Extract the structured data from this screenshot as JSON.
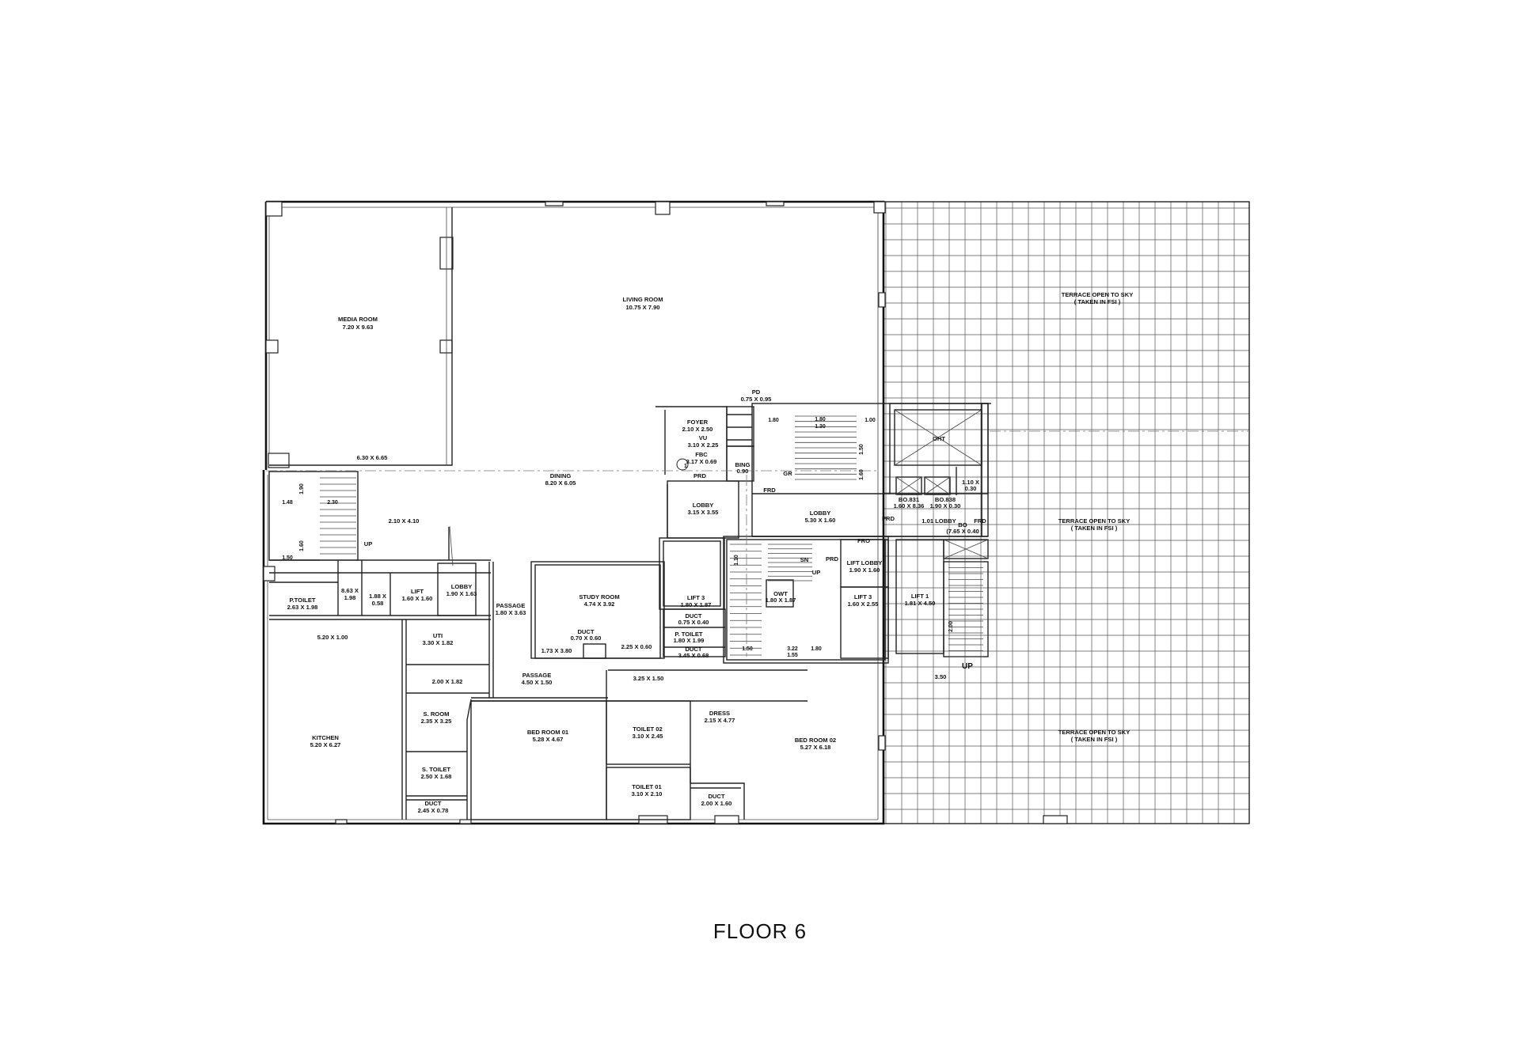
{
  "title": "FLOOR 6",
  "rooms": {
    "media_room": [
      "MEDIA ROOM",
      "7.20 X 9.63"
    ],
    "media_bottom_dim": "6.30 X 6.65",
    "living_room": [
      "LIVING ROOM",
      "10.75 X 7.90"
    ],
    "pd": [
      "PD",
      "0.75 X 0.95"
    ],
    "foyer": [
      "FOYER",
      "2.10 X 2.50"
    ],
    "vu": [
      "VU",
      "3.10 X 2.25"
    ],
    "fbc": [
      "FBC",
      "3.17 X 0.69"
    ],
    "prd": "PRD",
    "bing": [
      "BING",
      "0.90"
    ],
    "gr": "GR",
    "frd": "FRD",
    "dining": [
      "DINING",
      "8.20 X 6.05"
    ],
    "lobby_left": [
      "LOBBY",
      "3.15 X 3.55"
    ],
    "lobby_mid": [
      "LOBBY",
      "5.30 X 1.60"
    ],
    "oht": "OHT",
    "bo_831": [
      "BO.831",
      "1.60 X 8.36"
    ],
    "bo_838": [
      "BO.838",
      "1.90 X 0.30"
    ],
    "dim_110": [
      "1.10 X",
      "0.30"
    ],
    "lobby_101": "1.01 LOBBY",
    "bo": [
      "BO",
      "(7.65 X 0.40"
    ],
    "stair_dim": "2.10 X 4.10",
    "up": "UP",
    "lift_left": [
      "LIFT",
      "1.60 X 1.60"
    ],
    "lobby_small": [
      "LOBBY",
      "1.90 X 1.63"
    ],
    "ptoilet_left": [
      "P.TOILET",
      "2.63 X 1.98"
    ],
    "dim_863": [
      "8.63 X",
      "1.98"
    ],
    "dim_188": [
      "1.88 X",
      "0.58"
    ],
    "passage_v": [
      "PASSAGE",
      "1.80 X 3.63"
    ],
    "study_room": [
      "STUDY ROOM",
      "4.74 X 3.92"
    ],
    "duct_study": [
      "DUCT",
      "0.70 X 0.60"
    ],
    "dim_173": "1.73 X 3.80",
    "dim_225": "2.25 X 0.60",
    "lift3_left": [
      "LIFT 3",
      "1.80 X 1.87"
    ],
    "duct_mid": [
      "DUCT",
      "0.75 X 0.40"
    ],
    "ptoilet_mid": [
      "P. TOILET",
      "1.80 X 1.99"
    ],
    "duct_mid2": [
      "DUCT",
      "3.45 X 0.68"
    ],
    "owt": [
      "OWT",
      "1.80 X 1.87"
    ],
    "sn": "SN",
    "lift_lobby": [
      "LIFT LOBBY",
      "1.90 X 1.60"
    ],
    "fro": "FRO",
    "lift3_right": [
      "LIFT 3",
      "1.60 X 2.55"
    ],
    "lift1": [
      "LIFT 1",
      "1.81 X 4.50"
    ],
    "kitchen_top": "5.20 X 1.00",
    "uti": [
      "UTI",
      "3.30 X 1.82"
    ],
    "passage_h": [
      "PASSAGE",
      "4.50 X 1.50"
    ],
    "dim_325": "3.25 X 1.50",
    "dim_200": "2.00 X 1.82",
    "kitchen": [
      "KITCHEN",
      "5.20 X 6.27"
    ],
    "s_room": [
      "S. ROOM",
      "2.35 X 3.25"
    ],
    "bed_room_01": [
      "BED ROOM 01",
      "5.28 X 4.67"
    ],
    "toilet_02": [
      "TOILET 02",
      "3.10 X 2.45"
    ],
    "dress": [
      "DRESS",
      "2.15 X 4.77"
    ],
    "bed_room_02": [
      "BED ROOM 02",
      "5.27 X 6.18"
    ],
    "s_toilet": [
      "S. TOILET",
      "2.50 X 1.68"
    ],
    "toilet_01": [
      "TOILET 01",
      "3.10 X 2.10"
    ],
    "duct_right": [
      "DUCT",
      "2.00 X 1.60"
    ],
    "duct_bottom": [
      "DUCT",
      "2.45 X 0.78"
    ],
    "terrace_top": [
      "TERRACE OPEN TO SKY",
      "( TAKEN IN FSI )"
    ],
    "terrace_mid": [
      "TERRACE OPEN TO SKY",
      "( TAKEN IN FSI )"
    ],
    "terrace_bottom": [
      "TERRACE OPEN TO SKY",
      "( TAKEN IN FSI )"
    ],
    "up_right": "UP",
    "dim_350": "3.50"
  },
  "dims": {
    "d180a": "1.80",
    "d180b": "1.80",
    "d130": "1.30",
    "d100": "1.00",
    "d148": "1.48",
    "d230": "2.30",
    "d150a": "1.50",
    "d190": "1.90",
    "d160": "1.60",
    "d150b": "1.50",
    "d322": "3.22",
    "d155": "1.55",
    "d180c": "1.80",
    "d150c": "1.50",
    "d160b": "1.60",
    "d110": "1.10",
    "d200": "2.00"
  },
  "markers": {
    "gridline_one": "1"
  }
}
